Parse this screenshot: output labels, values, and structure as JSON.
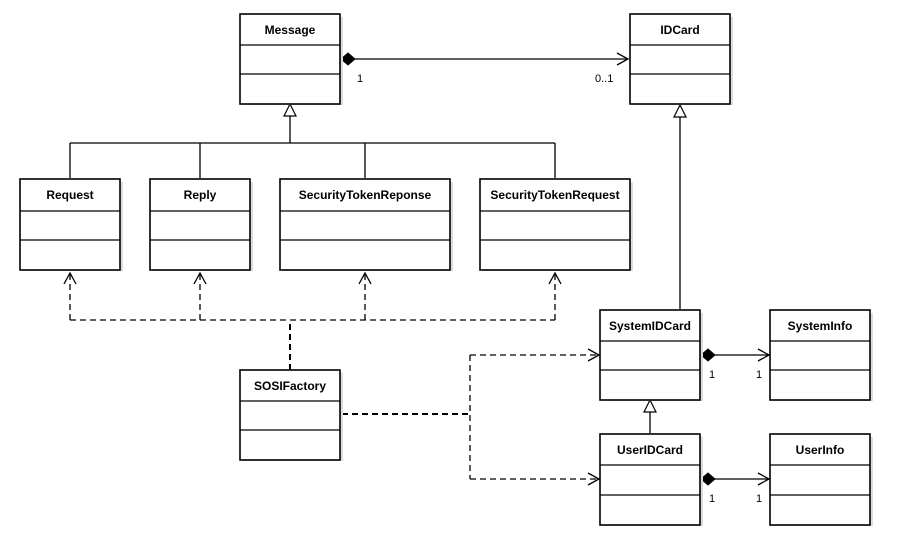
{
  "classes": {
    "message": "Message",
    "idcard": "IDCard",
    "request": "Request",
    "reply": "Reply",
    "security_token_reponse": "SecurityTokenReponse",
    "security_token_request": "SecurityTokenRequest",
    "system_idcard": "SystemIDCard",
    "system_info": "SystemInfo",
    "sosi_factory": "SOSIFactory",
    "user_idcard": "UserIDCard",
    "user_info": "UserInfo"
  },
  "relations": {
    "message_idcard": {
      "source_mult": "1",
      "target_mult": "0..1"
    },
    "system_idcard_info": {
      "source_mult": "1",
      "target_mult": "1"
    },
    "user_idcard_info": {
      "source_mult": "1",
      "target_mult": "1"
    }
  }
}
